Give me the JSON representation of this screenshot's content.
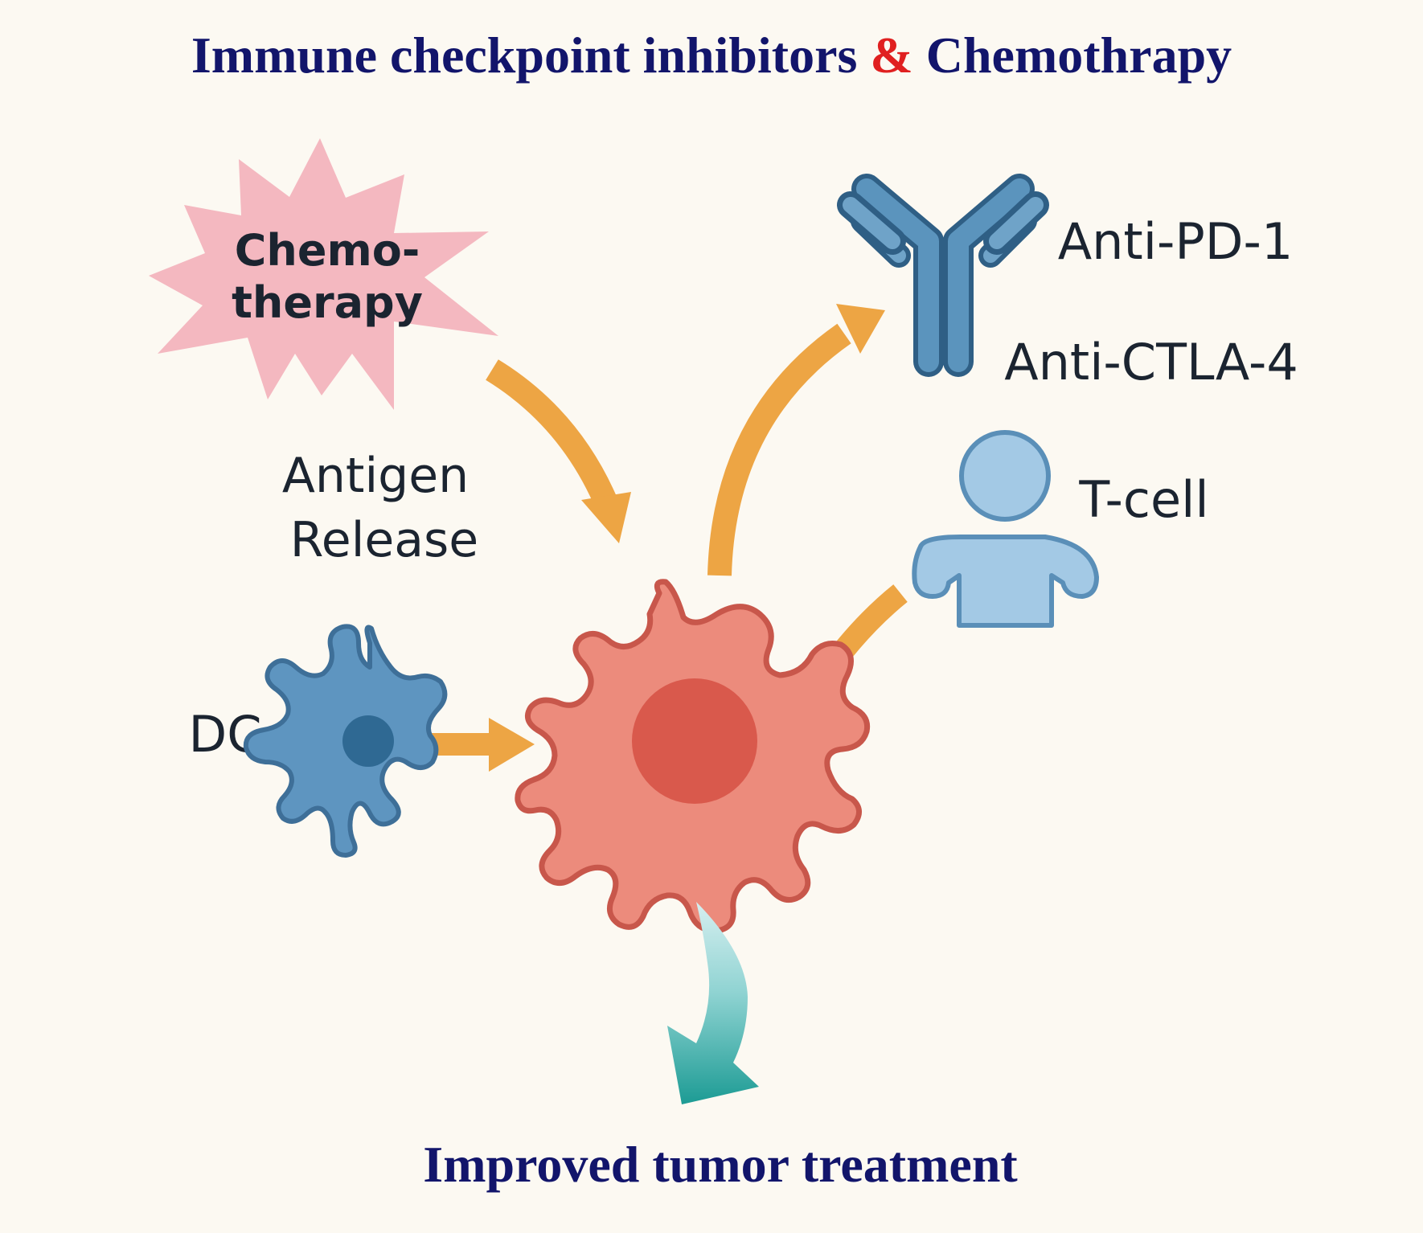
{
  "title": {
    "part1": "Immune checkpoint inhibitors",
    "ampersand": "&",
    "part2": "Chemothrapy"
  },
  "labels": {
    "chemo_line1": "Chemo-",
    "chemo_line2": "therapy",
    "antigen_line1": "Antigen",
    "antigen_line2": "Release",
    "anti_pd1": "Anti-PD-1",
    "anti_ctla4": "Anti-CTLA-4",
    "tcell": "T-cell",
    "dc": "DC"
  },
  "footer": "Improved tumor treatment",
  "colors": {
    "title_navy": "#12156b",
    "ampersand_red": "#e02020",
    "label_dark": "#1b2430",
    "arrow_orange": "#eda544",
    "chemo_pink": "#f4b8c0",
    "antibody_blue": "#4f86ad",
    "tcell_blue": "#9ec5e2",
    "dc_blue": "#5289b5",
    "tumor_red": "#ec8b7c",
    "nucleus_red": "#d9594c",
    "teal_arrow": "#2aa39c"
  }
}
